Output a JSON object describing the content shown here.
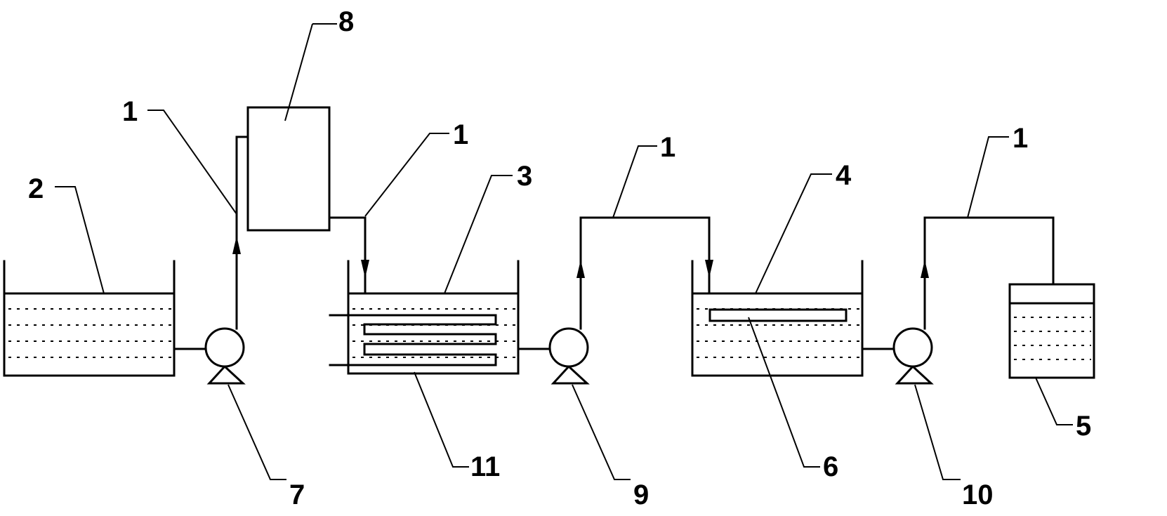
{
  "labels": {
    "pipe_a": "1",
    "pipe_b": "1",
    "pipe_c": "1",
    "pipe_d": "1",
    "tank_2": "2",
    "tank_3": "3",
    "tank_4": "4",
    "tank_5": "5",
    "electrode_6": "6",
    "pump_7": "7",
    "box_8": "8",
    "pump_9": "9",
    "pump_10": "10",
    "electrode_11": "11"
  }
}
